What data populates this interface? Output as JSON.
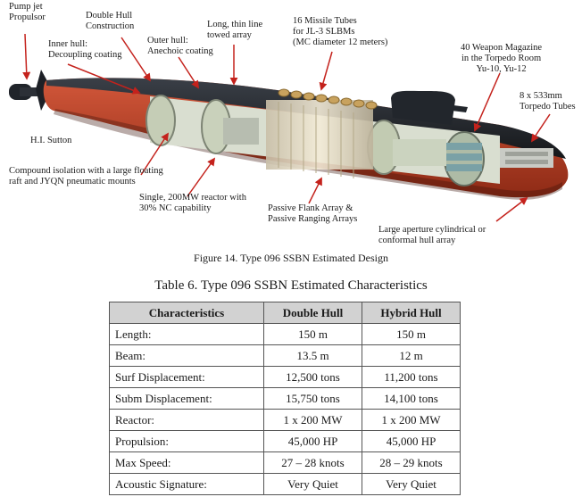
{
  "figure": {
    "labels": {
      "pump_jet": "Pump jet\nPropulsor",
      "double_hull": "Double Hull\nConstruction",
      "inner_hull": "Inner hull:\nDecoupling coating",
      "outer_hull": "Outer hull:\nAnechoic coating",
      "towed_array": "Long, thin line\ntowed array",
      "missile_tubes": "16 Missile Tubes\nfor JL-3 SLBMs\n(MC diameter 12 meters)",
      "weapon_magazine": "40 Weapon Magazine\nin the Torpedo Room\nYu-10, Yu-12",
      "torpedo_tubes": "8 x 533mm\nTorpedo Tubes",
      "author": "H.I. Sutton",
      "isolation": "Compound isolation with a large floating\nraft and JYQN pneumatic mounts",
      "reactor": "Single, 200MW reactor with\n30% NC capability",
      "flank_array": "Passive Flank Array &\nPassive Ranging Arrays",
      "conformal_array": "Large aperture cylindrical or\nconformal hull array"
    },
    "caption": "Figure 14. Type 096 SSBN Estimated Design",
    "colors": {
      "hull_red": "#b4391f",
      "hull_dark": "#1c1f24",
      "interior_green": "#cfd6c2",
      "missile_cream": "#e9dcc0",
      "arrow_red": "#c4221c"
    }
  },
  "table": {
    "title": "Table 6. Type 096 SSBN Estimated Characteristics",
    "headers": [
      "Characteristics",
      "Double Hull",
      "Hybrid Hull"
    ],
    "rows": [
      [
        "Length:",
        "150 m",
        "150 m"
      ],
      [
        "Beam:",
        "13.5 m",
        "12 m"
      ],
      [
        "Surf Displacement:",
        "12,500 tons",
        "11,200 tons"
      ],
      [
        "Subm Displacement:",
        "15,750 tons",
        "14,100 tons"
      ],
      [
        "Reactor:",
        "1 x 200 MW",
        "1 x 200 MW"
      ],
      [
        "Propulsion:",
        "45,000 HP",
        "45,000 HP"
      ],
      [
        "Max Speed:",
        "27 – 28 knots",
        "28 – 29 knots"
      ],
      [
        "Acoustic Signature:",
        "Very Quiet",
        "Very Quiet"
      ]
    ]
  }
}
